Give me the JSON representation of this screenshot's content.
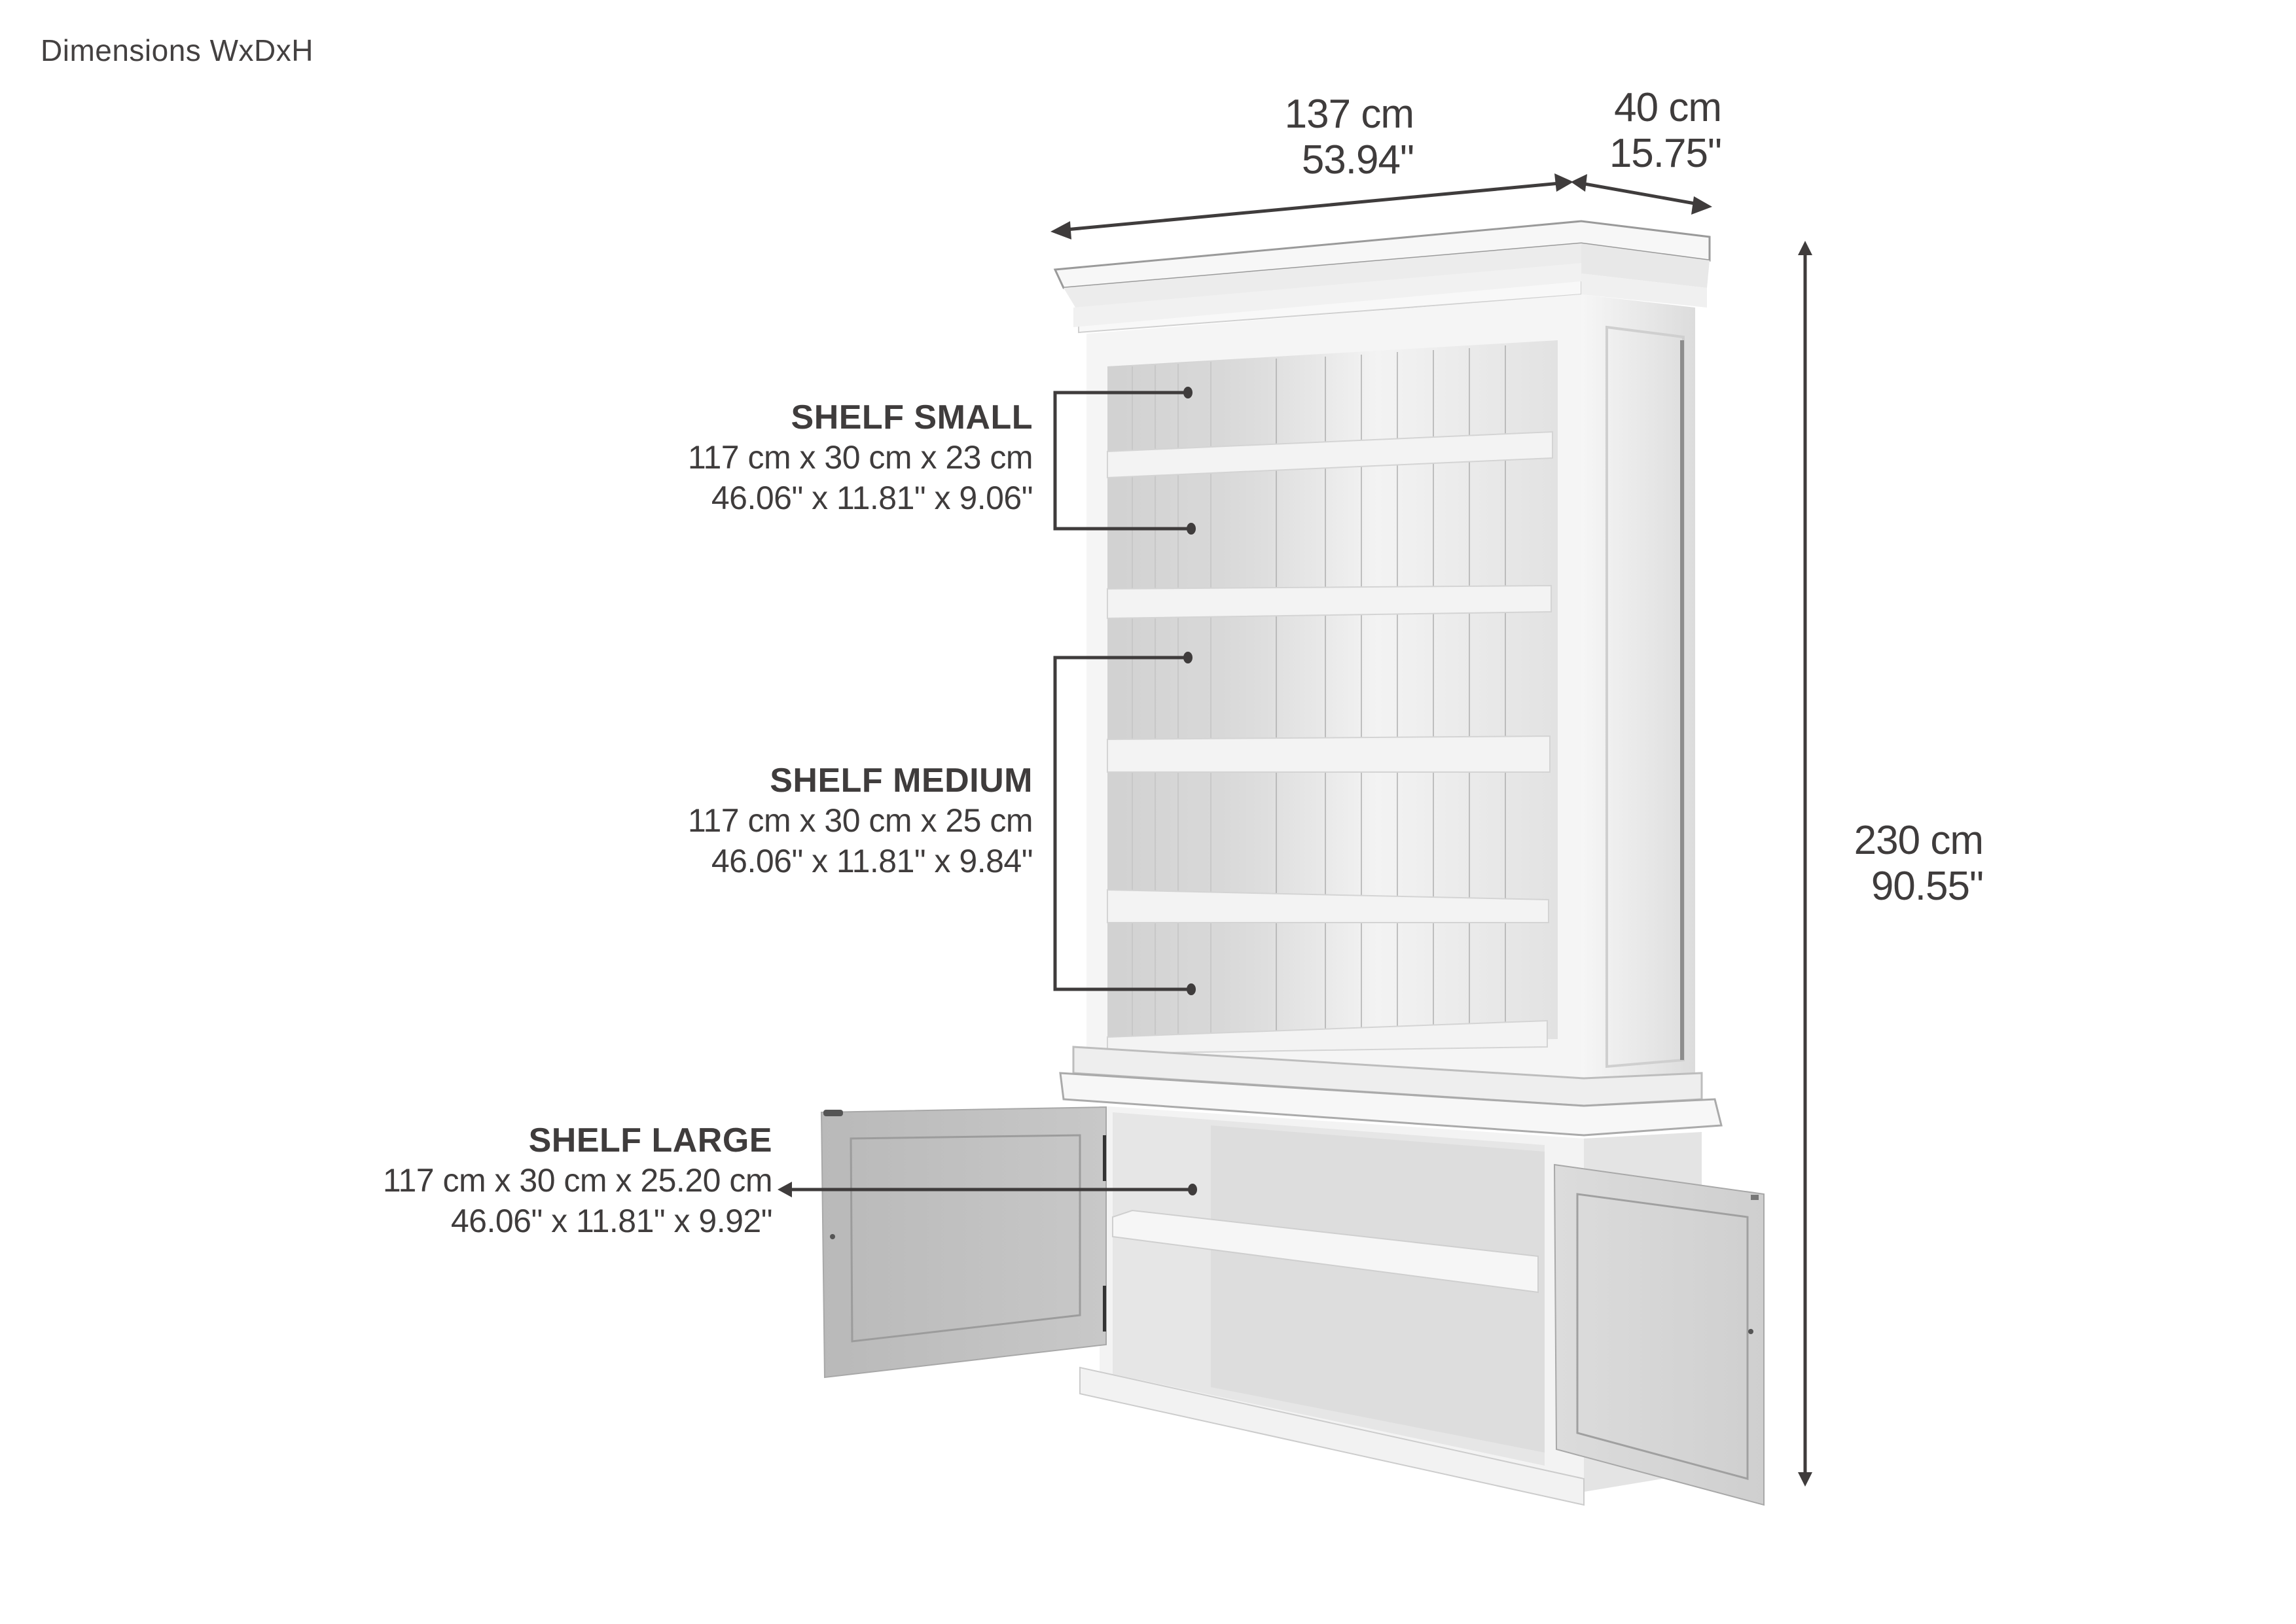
{
  "header": {
    "title": "Dimensions WxDxH"
  },
  "dimensions": {
    "width": {
      "cm": "137 cm",
      "inch": "53.94\""
    },
    "depth": {
      "cm": "40 cm",
      "inch": "15.75\""
    },
    "height": {
      "cm": "230 cm",
      "inch": "90.55\""
    }
  },
  "shelves": [
    {
      "name": "SHELF SMALL",
      "cm": "117 cm x 30 cm x 23 cm",
      "inch": "46.06\" x 11.81\" x 9.06\""
    },
    {
      "name": "SHELF MEDIUM",
      "cm": "117 cm x 30 cm x 25 cm",
      "inch": "46.06\" x 11.81\" x 9.84\""
    },
    {
      "name": "SHELF LARGE",
      "cm": "117 cm x 30 cm x 25.20 cm",
      "inch": "46.06\" x 11.81\" x 9.92\""
    }
  ],
  "colors": {
    "annotation": "#3f3c3c",
    "furniture_white": "#f4f4f4",
    "furniture_shadow": "#bdbdbd",
    "background": "#ffffff"
  }
}
